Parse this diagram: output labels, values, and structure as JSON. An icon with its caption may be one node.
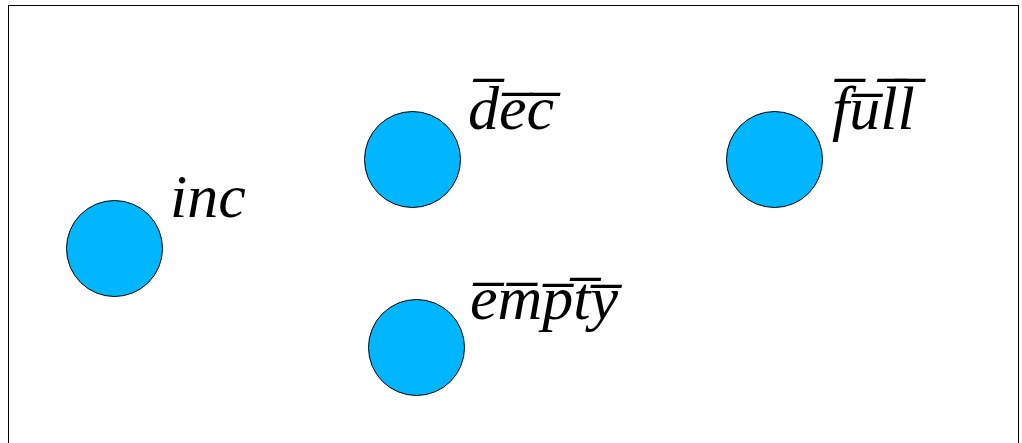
{
  "diagram": {
    "nodes": [
      {
        "text": [],
        "shape": "circle",
        "beside": [
          "inc"
        ]
      },
      {
        "text": [],
        "shape": "circle",
        "beside": [
          "d̅e̅c̅"
        ]
      },
      {
        "text": [],
        "shape": "circle",
        "beside": [
          "f̅u̅l̅l̅"
        ]
      },
      {
        "text": [],
        "shape": "circle",
        "beside": [
          "e̅m̅p̅t̅y̅"
        ]
      }
    ]
  }
}
